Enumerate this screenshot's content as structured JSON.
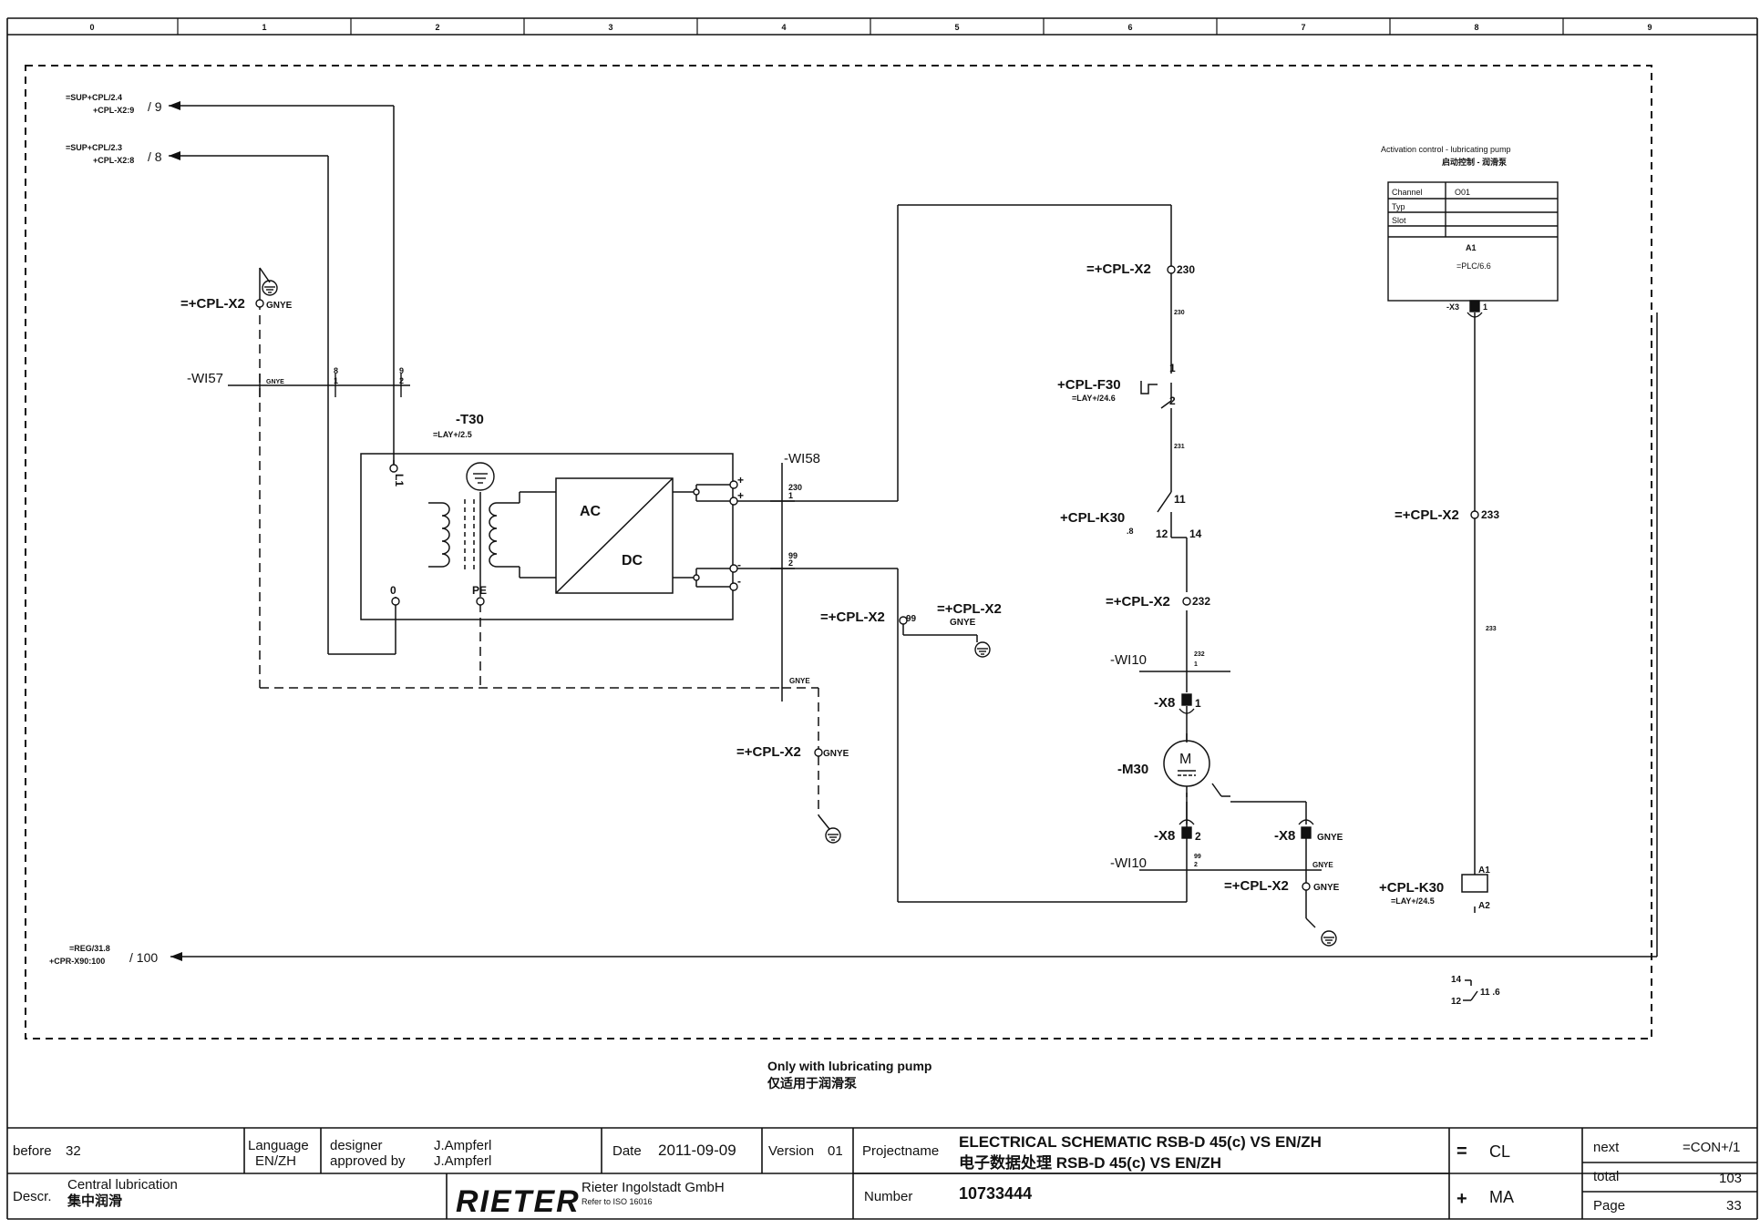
{
  "ruler": [
    "0",
    "1",
    "2",
    "3",
    "4",
    "5",
    "6",
    "7",
    "8",
    "9"
  ],
  "refs": {
    "top1_a": "=SUP+CPL/2.4",
    "top1_b": "+CPL-X2:9",
    "top1_n": "/ 9",
    "top2_a": "=SUP+CPL/2.3",
    "top2_b": "+CPL-X2:8",
    "top2_n": "/ 8",
    "bottom_a": "=REG/31.8",
    "bottom_b": "+CPR-X90:100",
    "bottom_n": "/ 100"
  },
  "labels": {
    "cpl_x2": "=+CPL-X2",
    "cpl_x2_plain": "=+CPL-X2",
    "gnye": "GNYE",
    "wi57": "-WI57",
    "wi58": "-WI58",
    "wi10": "-WI10",
    "t30": "-T30",
    "t30_ref": "=LAY+/2.5",
    "l1": "L1",
    "zero": "0",
    "pe": "PE",
    "ac": "AC",
    "dc": "DC",
    "plus": "+",
    "minus": "-",
    "w8": "8",
    "w1": "1",
    "w9": "9",
    "w2": "2",
    "n230": "230",
    "n231": "231",
    "n232": "232",
    "n233": "233",
    "n99": "99",
    "n1": "1",
    "n2": "2",
    "n11": "11",
    "n12": "12",
    "n14": "14",
    "f30": "+CPL-F30",
    "f30_ref": "=LAY+/24.6",
    "k30": "+CPL-K30",
    "k30_ref": ".8",
    "x8": "-X8",
    "m30": "-M30",
    "m": "M",
    "k30_coil": "+CPL-K30",
    "k30_coil_ref": "=LAY+/24.5",
    "a1": "A1",
    "a2": "A2",
    "x3": "-X3",
    "contact_14": "14",
    "contact_12": "12",
    "contact_ref": "11 .6",
    "note_en": "Only with lubricating pump",
    "note_zh": "仅适用于润滑泵"
  },
  "plc_box": {
    "title_en": "Activation control - lubricating pump",
    "title_zh": "启动控制 - 润滑泵",
    "rows": [
      {
        "key": "Channel",
        "value": "O01"
      },
      {
        "key": "Typ",
        "value": ""
      },
      {
        "key": "Slot",
        "value": ""
      }
    ],
    "id": "A1",
    "ref": "=PLC/6.6"
  },
  "title_block": {
    "before_label": "before",
    "before_value": "32",
    "language_label": "Language",
    "language_value": "EN/ZH",
    "designer_label": "designer",
    "designer_value": "J.Ampferl",
    "approved_label": "approved by",
    "approved_value": "J.Ampferl",
    "date_label": "Date",
    "date_value": "2011-09-09",
    "version_label": "Version",
    "version_value": "01",
    "projectname_label": "Projectname",
    "projectname_en": "ELECTRICAL SCHEMATIC RSB-D 45(c) VS EN/ZH",
    "projectname_zh": "电子数据处理 RSB-D 45(c) VS EN/ZH",
    "eq_sign": "=",
    "eq_value": "CL",
    "plus_sign": "+",
    "plus_value": "MA",
    "next_label": "next",
    "next_value": "=CON+/1",
    "total_label": "total",
    "total_value": "103",
    "page_label": "Page",
    "page_value": "33",
    "descr_label": "Descr.",
    "descr_en": "Central lubrication",
    "descr_zh": "集中润滑",
    "logo": "RIETER",
    "company": "Rieter Ingolstadt GmbH",
    "iso": "Refer to ISO 16016",
    "number_label": "Number",
    "number_value": "10733444"
  }
}
